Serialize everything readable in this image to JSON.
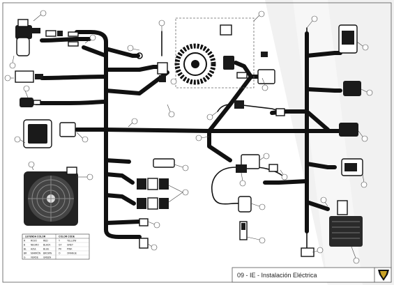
{
  "title_block": {
    "title": "09 - IE - Instalación Eléctrica"
  },
  "legend": {
    "headers": [
      "LEYENDA COLOR",
      "COLOR CODE"
    ],
    "rows": [
      [
        "R",
        "ROJO",
        "RED",
        "Y",
        "YELLOW"
      ],
      [
        "B",
        "NEGRO",
        "BLACK",
        "GY",
        "GREY"
      ],
      [
        "BL",
        "AZUL",
        "BLUE",
        "PK",
        "PINK"
      ],
      [
        "BR",
        "MARRÓN",
        "BROWN",
        "O",
        "ORANGE"
      ],
      [
        "G",
        "VERDE",
        "GREEN",
        "",
        ""
      ]
    ]
  },
  "colors": {
    "wire": "#111111",
    "accent_wire": "#e0551f",
    "highlight": "#b9e05a",
    "frame": "#555555",
    "logo_gold": "#c9a227"
  },
  "icons": [
    "motorcycle-brand-logo-icon"
  ]
}
